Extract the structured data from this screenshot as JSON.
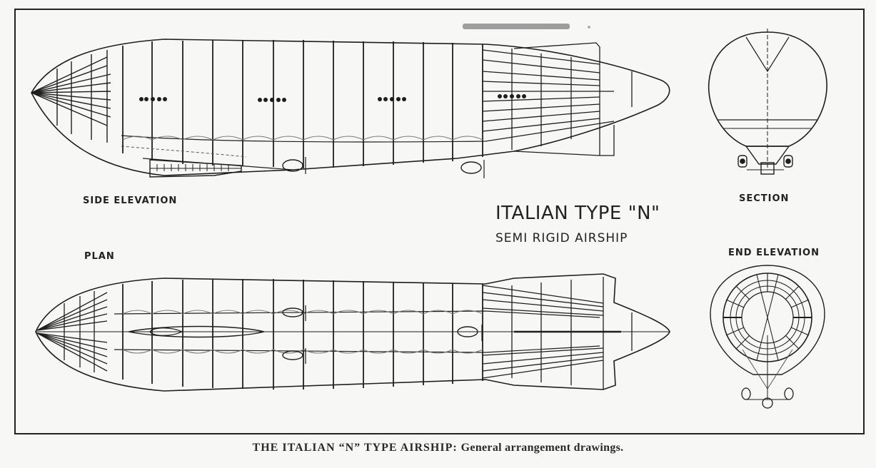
{
  "figure": {
    "title": "ITALIAN TYPE \"N\"",
    "subtitle": "SEMI RIGID AIRSHIP",
    "views": {
      "side_elevation": "SIDE ELEVATION",
      "plan": "PLAN",
      "section": "SECTION",
      "end_elevation": "END ELEVATION"
    },
    "caption": {
      "lead": "THE ITALIAN “N” TYPE AIRSHIP:",
      "rest": "General arrangement drawings."
    },
    "colors": {
      "paper": "#f7f7f5",
      "ink": "#1e1e1e",
      "faint_ink": "#777777"
    }
  }
}
